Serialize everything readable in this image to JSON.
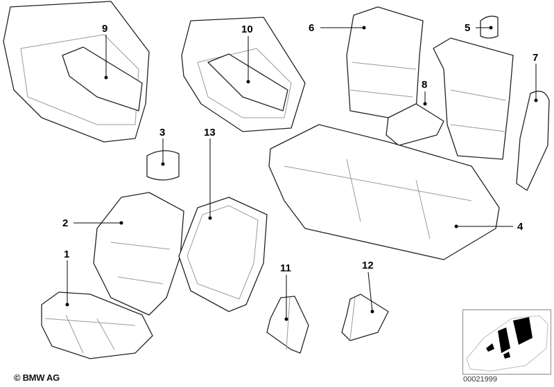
{
  "diagram": {
    "callouts": [
      {
        "id": "9",
        "label": "9"
      },
      {
        "id": "10",
        "label": "10"
      },
      {
        "id": "6",
        "label": "6"
      },
      {
        "id": "5",
        "label": "5"
      },
      {
        "id": "7",
        "label": "7"
      },
      {
        "id": "8",
        "label": "8"
      },
      {
        "id": "3",
        "label": "3"
      },
      {
        "id": "13",
        "label": "13"
      },
      {
        "id": "2",
        "label": "2"
      },
      {
        "id": "4",
        "label": "4"
      },
      {
        "id": "1",
        "label": "1"
      },
      {
        "id": "11",
        "label": "11"
      },
      {
        "id": "12",
        "label": "12"
      }
    ],
    "copyright": "© BMW AG",
    "diagram_code": "00021999"
  }
}
